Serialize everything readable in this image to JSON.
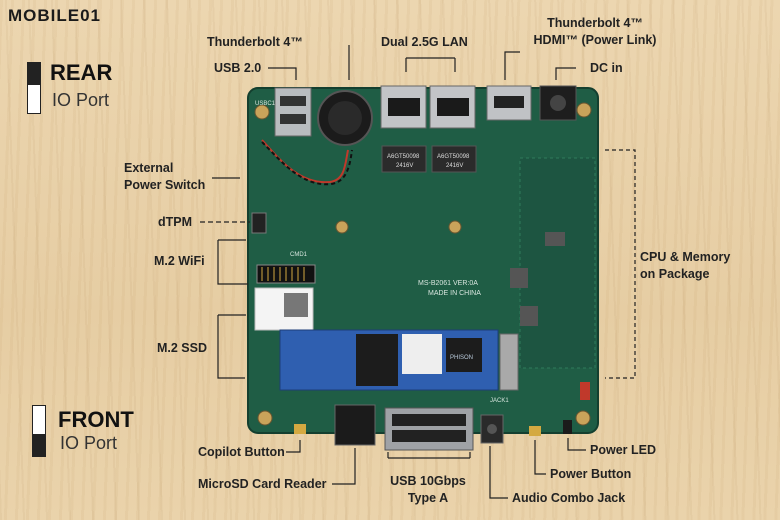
{
  "brand": {
    "logo_text": "MOBILE01"
  },
  "rear": {
    "title": "REAR",
    "subtitle": "IO Port"
  },
  "front": {
    "title": "FRONT",
    "subtitle": "IO Port"
  },
  "labels": {
    "usb2": "USB 2.0",
    "tb4_top": "Thunderbolt 4™",
    "lan": "Dual 2.5G LAN",
    "tb4_hdmi_1": "Thunderbolt 4™",
    "tb4_hdmi_2": "HDMI™ (Power Link)",
    "dcin": "DC in",
    "ext_power_1": "External",
    "ext_power_2": "Power Switch",
    "dtpm": "dTPM",
    "m2wifi": "M.2 WiFi",
    "m2ssd": "M.2 SSD",
    "cpu_1": "CPU & Memory",
    "cpu_2": "on Package",
    "copilot": "Copilot Button",
    "microsd": "MicroSD Card Reader",
    "usb10_1": "USB 10Gbps",
    "usb10_2": "Type A",
    "audio": "Audio Combo Jack",
    "powerled": "Power LED",
    "powerbtn": "Power Button"
  },
  "board_text": {
    "model": "MS-B2061 VER:0A",
    "made": "MADE IN CHINA",
    "chip1": "A6GT50098",
    "chip2": "A6GT50098",
    "chip_date1": "2416V",
    "chip_date2": "2416V",
    "ssd_label": "PHISON",
    "jack": "JACK1",
    "cmd": "CMD1",
    "usbc": "USBC1"
  }
}
